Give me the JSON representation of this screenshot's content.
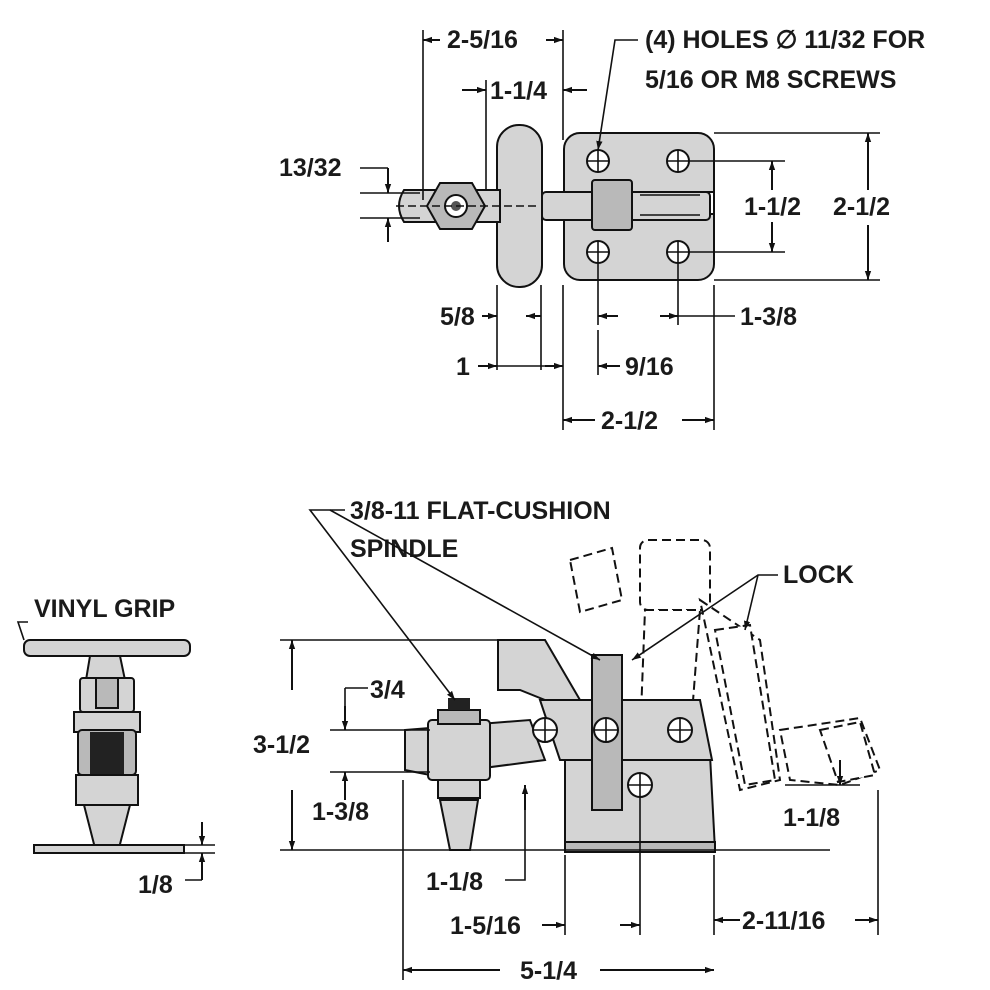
{
  "top_view": {
    "holes_note_line1": "(4) HOLES ∅ 11/32 FOR",
    "holes_note_line2": "5/16 OR M8 SCREWS",
    "dim_2_5_16": "2-5/16",
    "dim_1_1_4": "1-1/4",
    "dim_13_32": "13/32",
    "dim_1_1_2": "1-1/2",
    "dim_2_1_2_v": "2-1/2",
    "dim_5_8": "5/8",
    "dim_1_3_8": "1-3/8",
    "dim_1": "1",
    "dim_9_16": "9/16",
    "dim_2_1_2_h": "2-1/2"
  },
  "end_view": {
    "vinyl_grip": "VINYL GRIP",
    "dim_1_8": "1/8"
  },
  "side_view": {
    "spindle_line1": "3/8-11 FLAT-CUSHION",
    "spindle_line2": "SPINDLE",
    "lock": "LOCK",
    "dim_3_4": "3/4",
    "dim_3_1_2": "3-1/2",
    "dim_1_3_8": "1-3/8",
    "dim_1_1_8_left": "1-1/8",
    "dim_1_1_8_right": "1-1/8",
    "dim_1_5_16": "1-5/16",
    "dim_2_11_16": "2-11/16",
    "dim_5_1_4": "5-1/4"
  },
  "colors": {
    "part_fill": "#d4d4d4",
    "line": "#111111"
  }
}
